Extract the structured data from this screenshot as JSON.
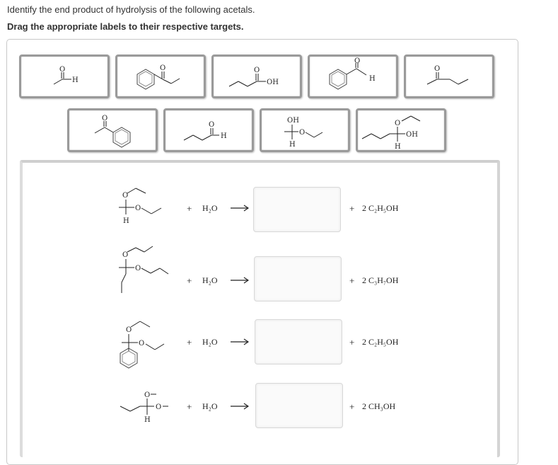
{
  "instructions": {
    "line1": "Identify the end product of hydrolysis of the following acetals.",
    "line2": "Drag the appropriate labels to their respective targets."
  },
  "labels": [
    {
      "id": "acetaldehyde",
      "name": "ethanal (CH3CHO)",
      "atoms": [
        "O",
        "H"
      ]
    },
    {
      "id": "propiophenone",
      "name": "1-phenylpropan-1-one",
      "atoms": [
        "O"
      ]
    },
    {
      "id": "butanoic-acid",
      "name": "butanoic acid",
      "atoms": [
        "O",
        "OH"
      ]
    },
    {
      "id": "benzaldehyde",
      "name": "benzaldehyde",
      "atoms": [
        "O",
        "H"
      ]
    },
    {
      "id": "butanone",
      "name": "butan-2-one",
      "atoms": [
        "O"
      ]
    },
    {
      "id": "acetophenone",
      "name": "acetophenone",
      "atoms": [
        "O"
      ]
    },
    {
      "id": "butanal",
      "name": "butanal",
      "atoms": [
        "O",
        "H"
      ]
    },
    {
      "id": "hemiacetal-ethanal",
      "name": "1-ethoxyethanol (hemiacetal)",
      "atoms": [
        "OH",
        "O",
        "H"
      ]
    },
    {
      "id": "hemiacetal-butanal",
      "name": "1-ethoxybutan-1-ol (hemiacetal)",
      "atoms": [
        "O",
        "OH",
        "H"
      ]
    }
  ],
  "reactions": [
    {
      "reactant_atoms": [
        "O",
        "O",
        "H"
      ],
      "plus": "+",
      "water": "H₂O",
      "arrow": "→",
      "byproduct_plus": "+",
      "byproduct": "2 C₂H₅OH"
    },
    {
      "reactant_atoms": [
        "O",
        "O"
      ],
      "plus": "+",
      "water": "H₂O",
      "arrow": "→",
      "byproduct_plus": "+",
      "byproduct": "2 C₃H₇OH"
    },
    {
      "reactant_atoms": [
        "O",
        "O"
      ],
      "plus": "+",
      "water": "H₂O",
      "arrow": "→",
      "byproduct_plus": "+",
      "byproduct": "2 C₂H₅OH"
    },
    {
      "reactant_atoms": [
        "O",
        "O",
        "H"
      ],
      "plus": "+",
      "water": "H₂O",
      "arrow": "→",
      "byproduct_plus": "+",
      "byproduct": "2 CH₃OH"
    }
  ],
  "colors": {
    "label_border": "#9a9a9a",
    "target_bg": "#fafafa",
    "text": "#333333",
    "bond": "#222222"
  }
}
